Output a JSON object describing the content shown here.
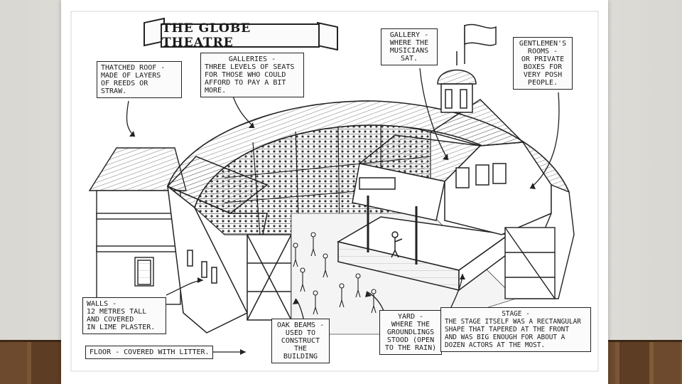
{
  "title": "THE GLOBE THEATRE",
  "labels": {
    "thatched_roof": [
      "THATCHED ROOF -",
      "Made of layers",
      "of reeds or straw."
    ],
    "galleries": [
      "GALLERIES -",
      "Three levels of seats",
      "for those who could",
      "afford to pay a bit more."
    ],
    "gallery": [
      "GALLERY -",
      "Where the",
      "musicians",
      "sat."
    ],
    "gentlemens_rooms": [
      "GENTLEMEN'S",
      "ROOMS -",
      "Or private",
      "boxes for",
      "very posh",
      "people."
    ],
    "walls": [
      "WALLS -",
      "12 metres tall",
      "and covered",
      "in lime plaster."
    ],
    "oak_beams": [
      "OAK BEAMS -",
      "Used to",
      "construct",
      "the building"
    ],
    "yard": [
      "YARD -",
      "Where the",
      "groundlings",
      "stood (open",
      "to the rain)"
    ],
    "stage": [
      "STAGE -",
      "The stage itself was a rectangular",
      "shape that tapered at the front",
      "and was big enough for about a",
      "dozen actors at the most."
    ],
    "floor": "FLOOR - Covered with litter."
  }
}
